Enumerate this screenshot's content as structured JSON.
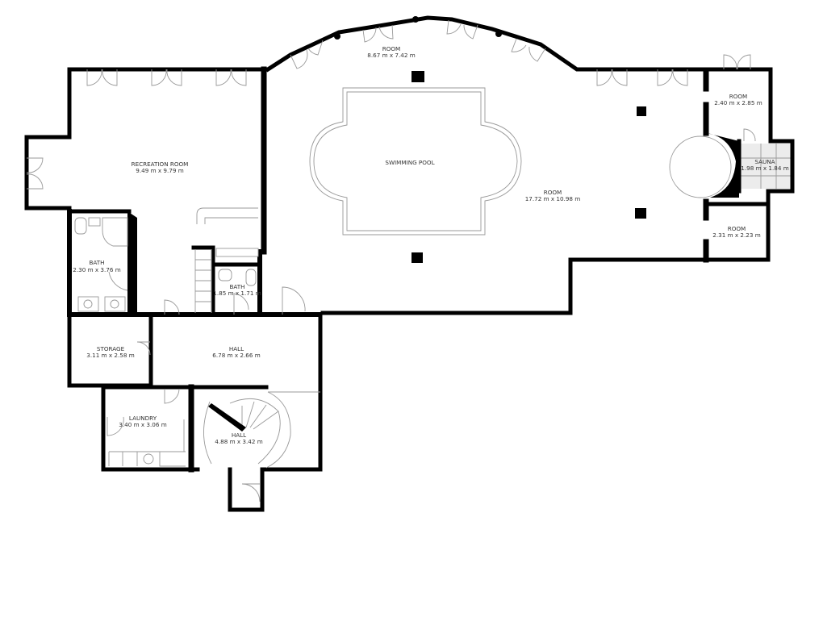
{
  "plan": {
    "title": "Floor plan",
    "wall_color": "#000000",
    "line_color": "#999999",
    "sauna_fill": "#ececec",
    "rooms": [
      {
        "id": "recreation",
        "name": "RECREATION ROOM",
        "dims": "9.49 m x 9.79 m"
      },
      {
        "id": "room-top",
        "name": "ROOM",
        "dims": "8.67 m x 7.42 m"
      },
      {
        "id": "pool",
        "name": "SWIMMING POOL",
        "dims": ""
      },
      {
        "id": "room-main",
        "name": "ROOM",
        "dims": "17.72 m x 10.98 m"
      },
      {
        "id": "room-ne",
        "name": "ROOM",
        "dims": "2.40 m x 2.85 m"
      },
      {
        "id": "sauna",
        "name": "SAUNA",
        "dims": "1.98 m x 1.84 m"
      },
      {
        "id": "room-se",
        "name": "ROOM",
        "dims": "2.31 m x 2.23 m"
      },
      {
        "id": "bath-1",
        "name": "BATH",
        "dims": "2.30 m x 3.76 m"
      },
      {
        "id": "bath-2",
        "name": "BATH",
        "dims": "1.85 m x 1.71 m"
      },
      {
        "id": "storage",
        "name": "STORAGE",
        "dims": "3.11 m x 2.58 m"
      },
      {
        "id": "hall-1",
        "name": "HALL",
        "dims": "6.78 m x 2.66 m"
      },
      {
        "id": "laundry",
        "name": "LAUNDRY",
        "dims": "3.40 m x 3.06 m"
      },
      {
        "id": "hall-2",
        "name": "HALL",
        "dims": "4.88 m x 3.42 m"
      }
    ]
  }
}
